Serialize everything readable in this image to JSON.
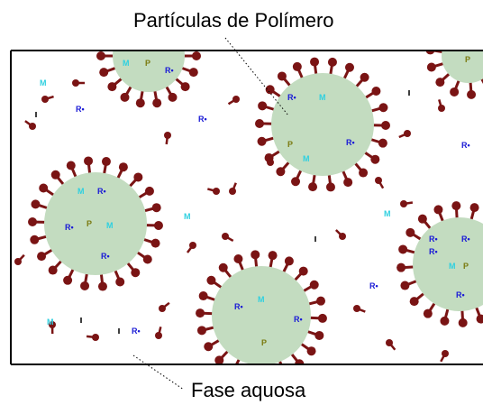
{
  "diagram": {
    "top_label": "Partículas de Polímero",
    "bottom_label": "Fase aquosa",
    "particle_labels": {
      "monomer": "M",
      "polymer": "P",
      "radical": "R•"
    },
    "colors": {
      "particle_fill": "#c3dcc0",
      "surfactant": "#7a1414",
      "monomer_text": "#2fd0e0",
      "radical_text": "#1a1ad6",
      "polymer_text": "#7a7a10",
      "border": "#000000"
    },
    "particle_count": 6
  }
}
